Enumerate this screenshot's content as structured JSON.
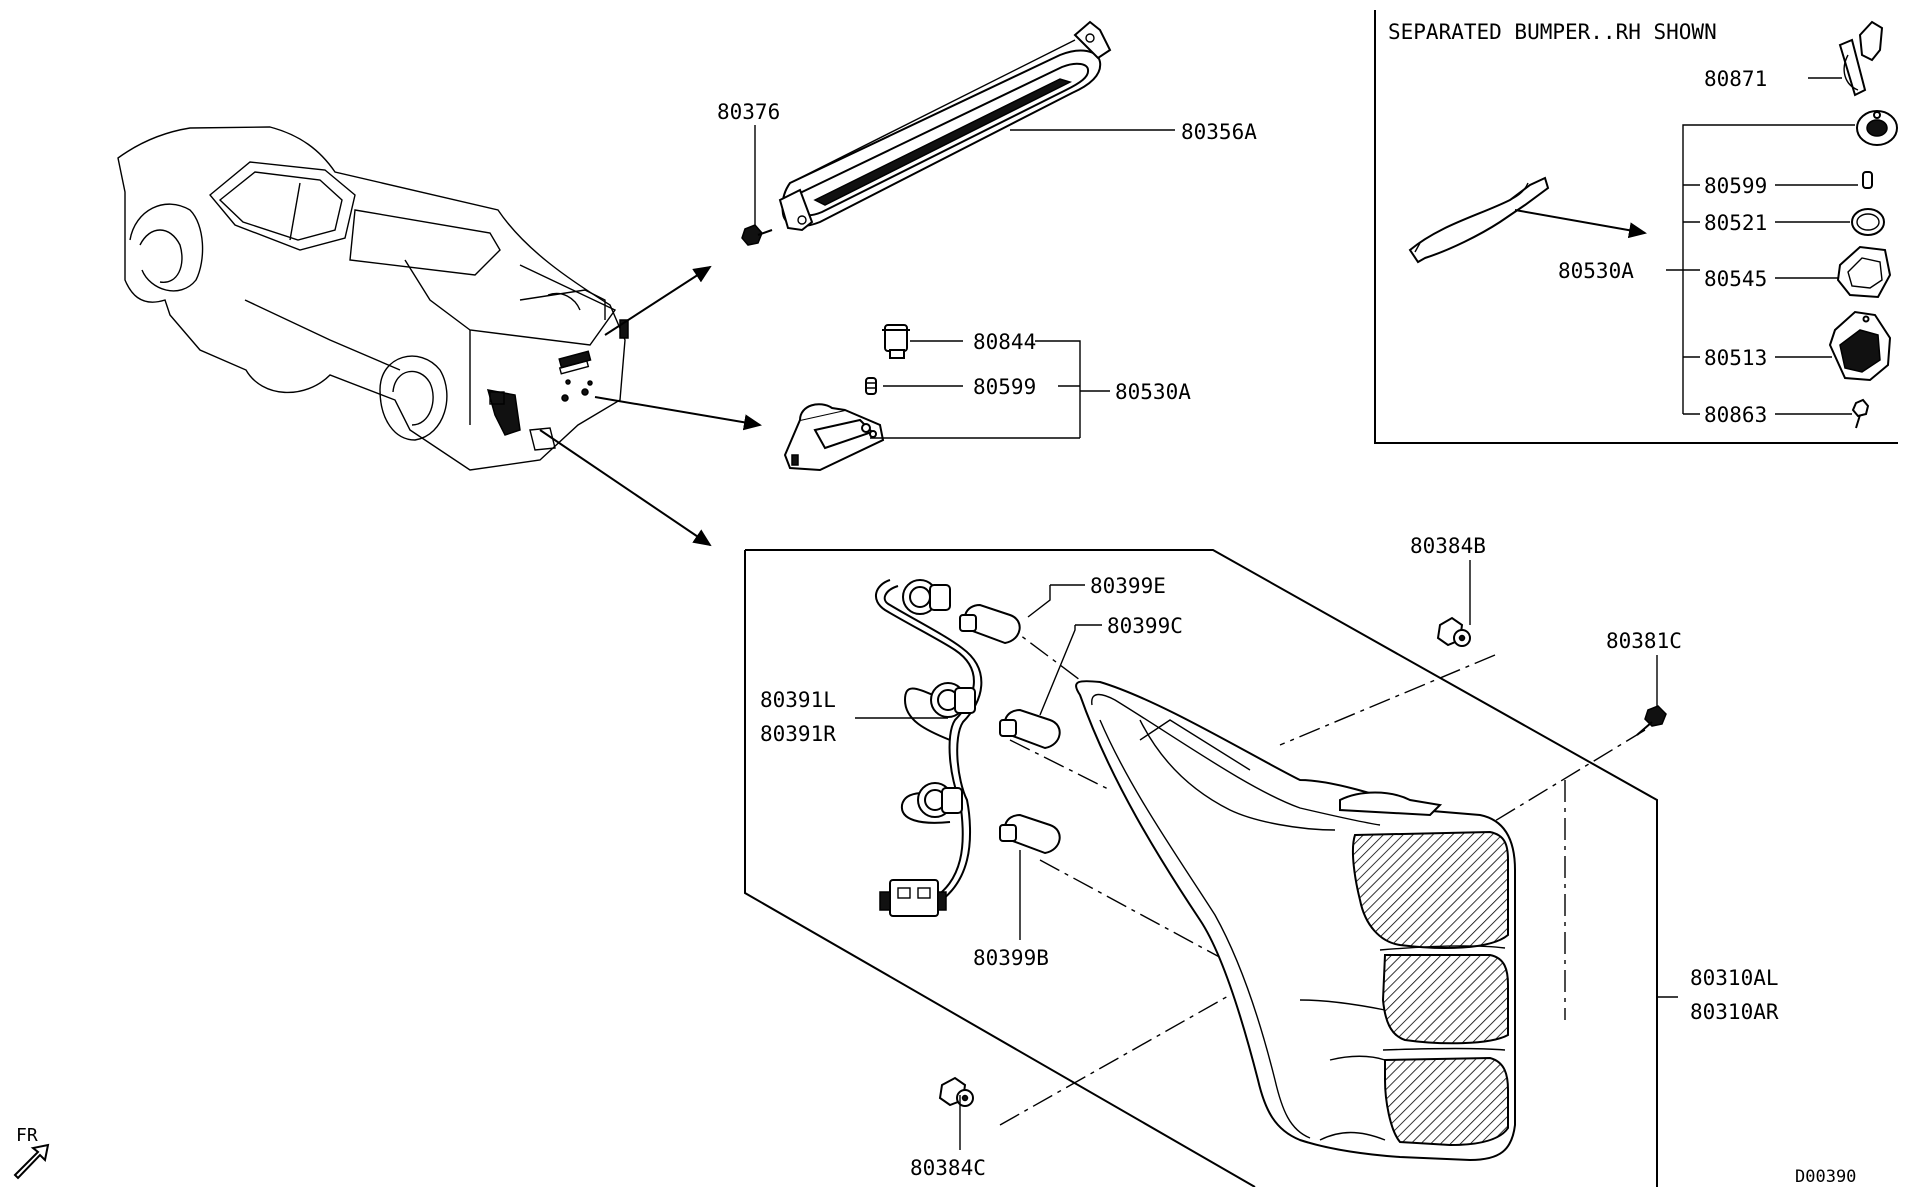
{
  "inset_title": "SEPARATED BUMPER..RH SHOWN",
  "diagram_code": "D00390",
  "direction": "FR",
  "parts": {
    "p80376": "80376",
    "p80356A": "80356A",
    "p80844": "80844",
    "p80599": "80599",
    "p80530A": "80530A",
    "p80871": "80871",
    "p80599_inset": "80599",
    "p80521": "80521",
    "p80530A_inset": "80530A",
    "p80545": "80545",
    "p80513": "80513",
    "p80863": "80863",
    "p80384B": "80384B",
    "p80381C": "80381C",
    "p80399E": "80399E",
    "p80399C": "80399C",
    "p80391L": "80391L",
    "p80391R": "80391R",
    "p80399B": "80399B",
    "p80310AL": "80310AL",
    "p80310AR": "80310AR",
    "p80384C": "80384C"
  },
  "icons": [
    "truck-outline-icon",
    "high-mount-stop-lamp-icon",
    "license-lamp-icon",
    "bulb-icon",
    "wire-harness-icon",
    "tail-lamp-icon",
    "clip-icon",
    "screw-icon",
    "front-arrow-icon"
  ]
}
